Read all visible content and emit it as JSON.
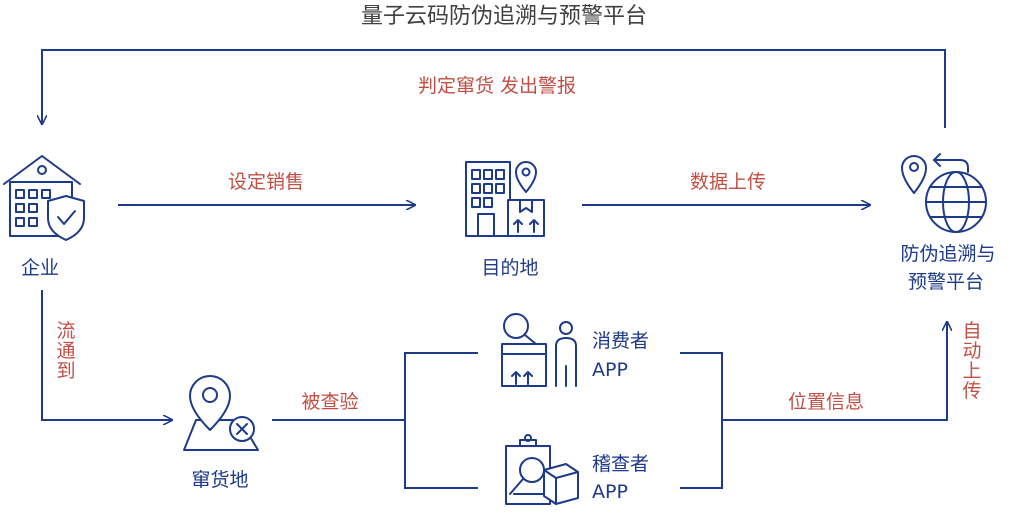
{
  "title": "量子云码防伪追溯与预警平台",
  "colors": {
    "blue": "#1e3a8a",
    "red": "#c24f45",
    "title": "#404040"
  },
  "nodes": {
    "enterprise": "企业",
    "destination": "目的地",
    "platform_line1": "防伪追溯与",
    "platform_line2": "预警平台",
    "diversion_site": "窜货地",
    "consumer_line1": "消费者",
    "consumer_line2": "APP",
    "inspector_line1": "稽查者",
    "inspector_line2": "APP"
  },
  "edges": {
    "judge_alert": "判定窜货 发出警报",
    "set_sales": "设定销售",
    "data_upload": "数据上传",
    "circulate": "流通到",
    "checked": "被查验",
    "location_info": "位置信息",
    "auto_upload": "自动上传"
  },
  "icons": {
    "enterprise": "factory-shield-icon",
    "destination": "building-location-icon",
    "platform": "globe-location-icon",
    "diversion_site": "map-pin-x-icon",
    "consumer": "search-person-box-icon",
    "inspector": "clipboard-search-icon"
  }
}
